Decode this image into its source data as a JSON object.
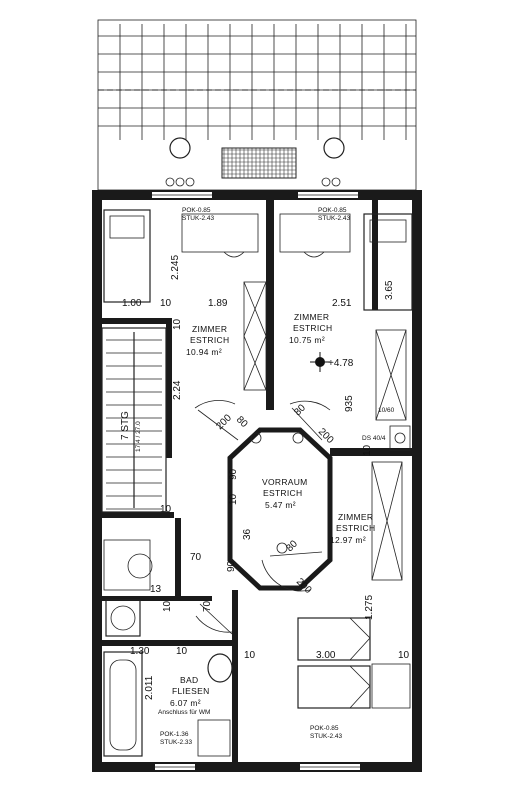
{
  "rooms": {
    "zimmer_left": {
      "name": "ZIMMER",
      "floor": "ESTRICH",
      "area": "10.94 m²"
    },
    "zimmer_right": {
      "name": "ZIMMER",
      "floor": "ESTRICH",
      "area": "10.75 m²"
    },
    "vorraum": {
      "name": "VORRAUM",
      "floor": "ESTRICH",
      "area": "5.47 m²"
    },
    "zimmer_bottom": {
      "name": "ZIMMER",
      "floor": "ESTRICH",
      "area": "12.97 m²"
    },
    "bad": {
      "name": "BAD",
      "floor": "FLIESEN",
      "area": "6.07 m²",
      "note": "Anschluss für WM"
    }
  },
  "window_labels": {
    "top_left": [
      "POK-0.85",
      "STUK-2.43"
    ],
    "top_right": [
      "POK-0.85",
      "STUK-2.43"
    ],
    "bottom_right": [
      "POK-0.85",
      "STUK-2.43"
    ],
    "bad": [
      "POK-1.36",
      "STUK-2.33"
    ]
  },
  "dimensions": {
    "d100": "1.00",
    "d10a": "10",
    "d189": "1.89",
    "d251": "2.51",
    "d365": "3.65",
    "d2245": "2.245",
    "d224": "2.24",
    "d10b": "10",
    "d80a": "80",
    "d200a": "200",
    "d80b": "80",
    "d200b": "200",
    "d935": "935",
    "d90": "90",
    "d10c": "10",
    "d36": "36",
    "d90b": "90",
    "d70": "70",
    "d70b": "70",
    "d10d": "10",
    "d80c": "80",
    "d200c": "200",
    "d1275": "1.275",
    "d300": "3.00",
    "d10e": "10",
    "d10f": "10",
    "d130": "1.30",
    "d10g": "10",
    "d2011": "2.011",
    "d10h": "10",
    "d13": "13",
    "d10i": "10",
    "level": "+4.78",
    "dn": "10/60",
    "ds": "DS 40/4"
  },
  "stair": {
    "label": "7 STG",
    "ratio": "17.4 / 27.0"
  }
}
